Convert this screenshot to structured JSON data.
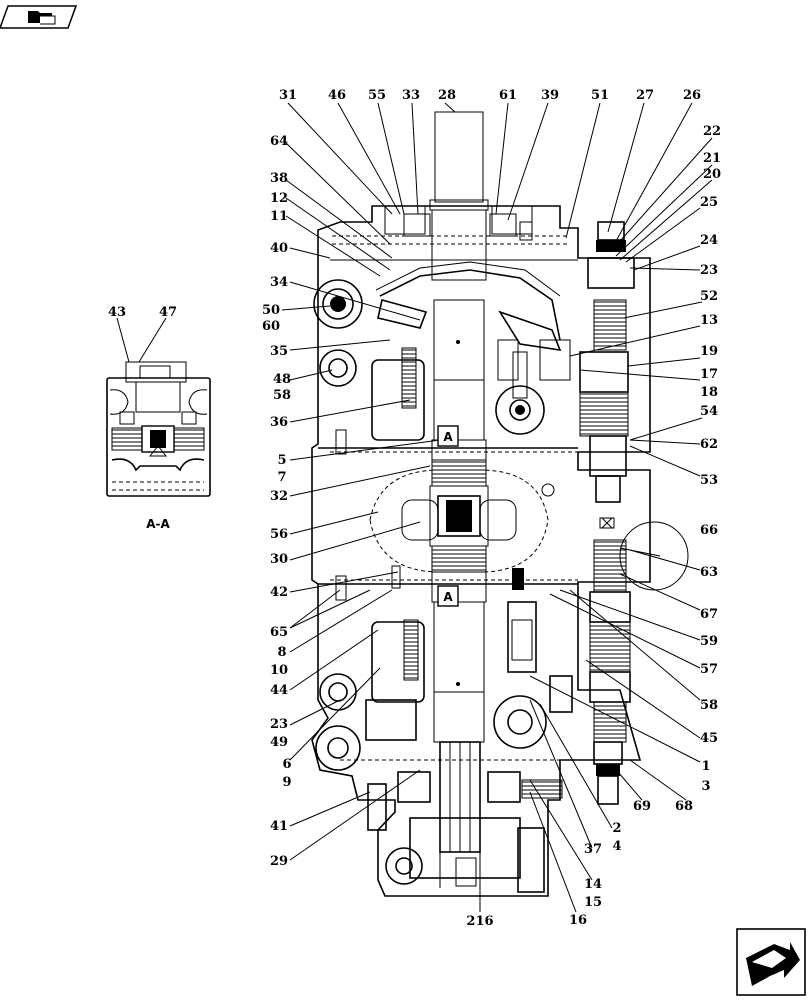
{
  "top_left_icon": {
    "name": "open-folder-icon"
  },
  "bottom_right_icon": {
    "name": "next-page-arrow-icon"
  },
  "section_view": {
    "title": "A-A",
    "labels": [
      "43",
      "47"
    ]
  },
  "section_markers": [
    "A",
    "A"
  ],
  "callouts": {
    "top_row": [
      "31",
      "46",
      "55",
      "33",
      "28",
      "61",
      "39",
      "51",
      "27",
      "26"
    ],
    "left_col": [
      "64",
      "38",
      "12",
      "11",
      "40",
      "34",
      "50",
      "60",
      "35",
      "48",
      "58",
      "36",
      "5",
      "7",
      "32",
      "56",
      "30",
      "42",
      "65",
      "8",
      "10",
      "44",
      "23",
      "49",
      "6",
      "9",
      "41",
      "29"
    ],
    "right_col": [
      "22",
      "21",
      "20",
      "25",
      "24",
      "23",
      "52",
      "13",
      "19",
      "17",
      "18",
      "54",
      "62",
      "53",
      "66",
      "63",
      "67",
      "59",
      "57",
      "58",
      "45",
      "1",
      "3",
      "69",
      "68",
      "2",
      "4",
      "37",
      "14",
      "15",
      "16"
    ],
    "bottom": [
      "216"
    ]
  }
}
